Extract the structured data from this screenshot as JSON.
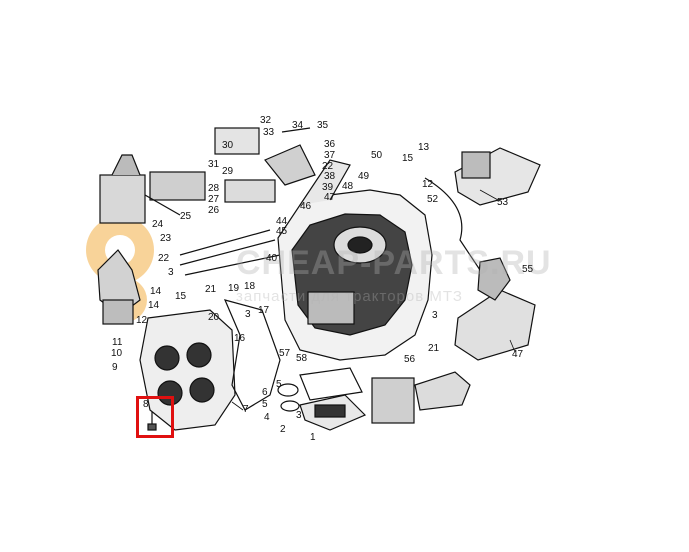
{
  "watermark": {
    "line1": "CHEAP-PARTS.RU",
    "line2": "запчасти для тракторов МТЗ",
    "gear_color": "#f0a020"
  },
  "highlight": {
    "part": "8",
    "color": "#e01010"
  },
  "labels": {
    "l1": "1",
    "l2": "2",
    "l3a": "3",
    "l3b": "3",
    "l3c": "3",
    "l3d": "3",
    "l4": "4",
    "l5a": "5",
    "l5b": "5",
    "l6": "6",
    "l7": "7",
    "l8": "8",
    "l9": "9",
    "l10": "10",
    "l11": "11",
    "l12a": "12",
    "l12b": "12",
    "l13": "13",
    "l14a": "14",
    "l14b": "14",
    "l15a": "15",
    "l15b": "15",
    "l16": "16",
    "l17": "17",
    "l18": "18",
    "l19": "19",
    "l20": "20",
    "l21a": "21",
    "l21b": "21",
    "l22a": "22",
    "l22b": "22",
    "l23": "23",
    "l24": "24",
    "l25": "25",
    "l26": "26",
    "l27": "27",
    "l28": "28",
    "l29": "29",
    "l30": "30",
    "l31": "31",
    "l32": "32",
    "l33": "33",
    "l34": "34",
    "l35": "35",
    "l36": "36",
    "l37": "37",
    "l38": "38",
    "l39": "39",
    "l40": "40",
    "l44": "44",
    "l45": "45",
    "l46": "46",
    "l47a": "47",
    "l47b": "47",
    "l48": "48",
    "l49": "49",
    "l50": "50",
    "l52": "52",
    "l53": "53",
    "l55": "55",
    "l56": "56",
    "l57": "57",
    "l58": "58"
  }
}
